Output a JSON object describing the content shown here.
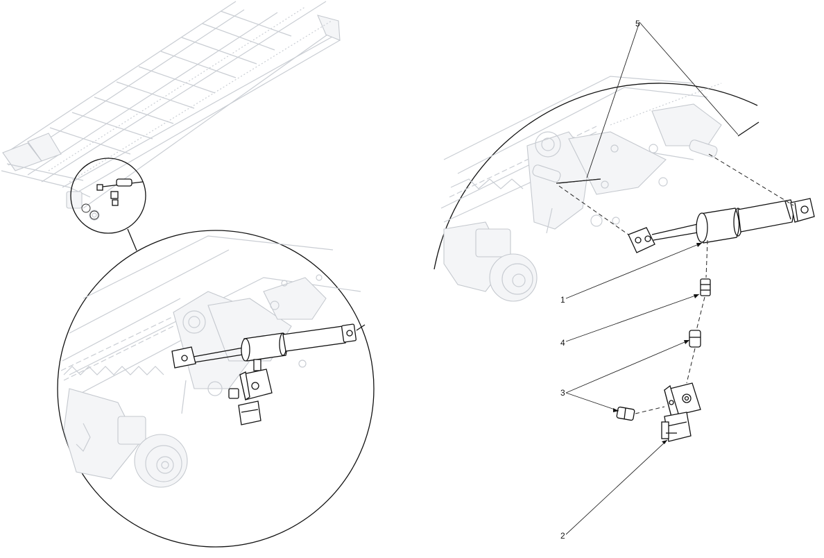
{
  "callouts": {
    "c1": "1",
    "c2": "2",
    "c3": "3",
    "c4": "4",
    "c5": "5"
  },
  "colors": {
    "ink": "#111111",
    "ghost_line": "#c9cdd3",
    "background": "#ffffff"
  }
}
